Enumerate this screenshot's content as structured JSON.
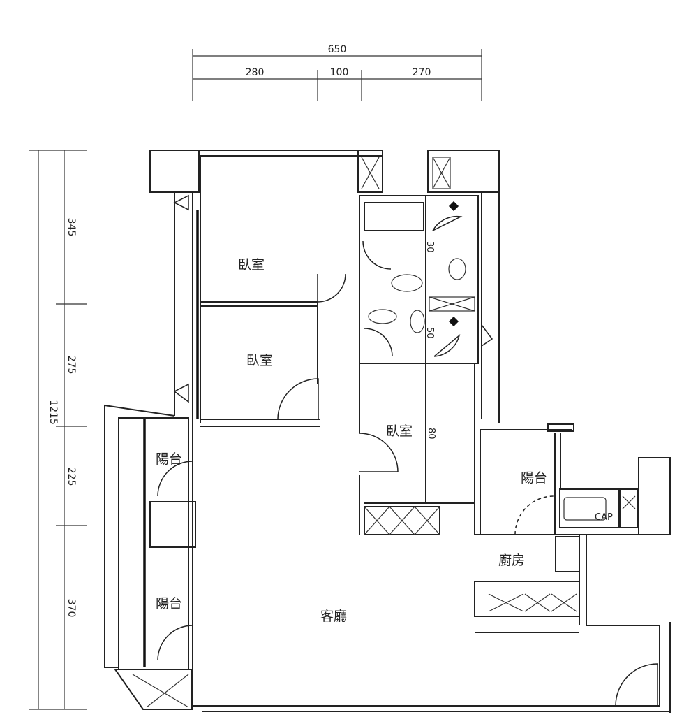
{
  "dimensions": {
    "top_total": "650",
    "top_segments": [
      "280",
      "100",
      "270"
    ],
    "left_total": "1215",
    "left_segments": [
      "345",
      "275",
      "225",
      "370"
    ]
  },
  "rooms": {
    "bedroom_1": "臥室",
    "bedroom_2": "臥室",
    "bedroom_3": "臥室",
    "balcony_left_upper": "陽台",
    "balcony_left_lower": "陽台",
    "balcony_right": "陽台",
    "kitchen": "廚房",
    "living_room": "客廳"
  },
  "annotations": {
    "bath_dim_1": "30",
    "bath_dim_2": "50",
    "bedroom_dim": "80",
    "water_heater": "CAP"
  }
}
